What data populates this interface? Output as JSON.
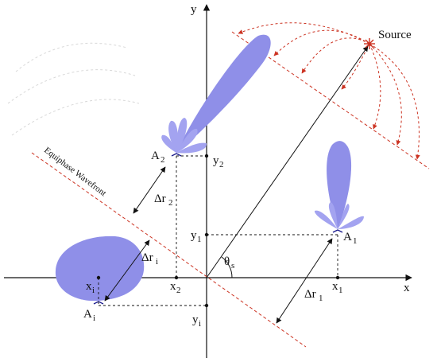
{
  "labels": {
    "axis_x": "x",
    "axis_y": "y",
    "source": "Source",
    "wavefront": "Equiphase Wavefront",
    "theta": "θ",
    "theta_sub": "s",
    "a2": "A",
    "a2_sub": "2",
    "a1": "A",
    "a1_sub": "1",
    "ai": "A",
    "ai_sub": "i",
    "dr2": "Δr",
    "dr2_sub": "2",
    "dri": "Δr",
    "dri_sub": "i",
    "dr1": "Δr",
    "dr1_sub": "1",
    "xi": "x",
    "xi_sub": "i",
    "x2": "x",
    "x2_sub": "2",
    "x1": "x",
    "x1_sub": "1",
    "y2": "y",
    "y2_sub": "2",
    "y1": "y",
    "y1_sub": "1",
    "yi": "y",
    "yi_sub": "i"
  },
  "colors": {
    "axis": "#111111",
    "wave": "#cc3322",
    "lobe": "#8f8fe8",
    "source": "#cc3322"
  }
}
